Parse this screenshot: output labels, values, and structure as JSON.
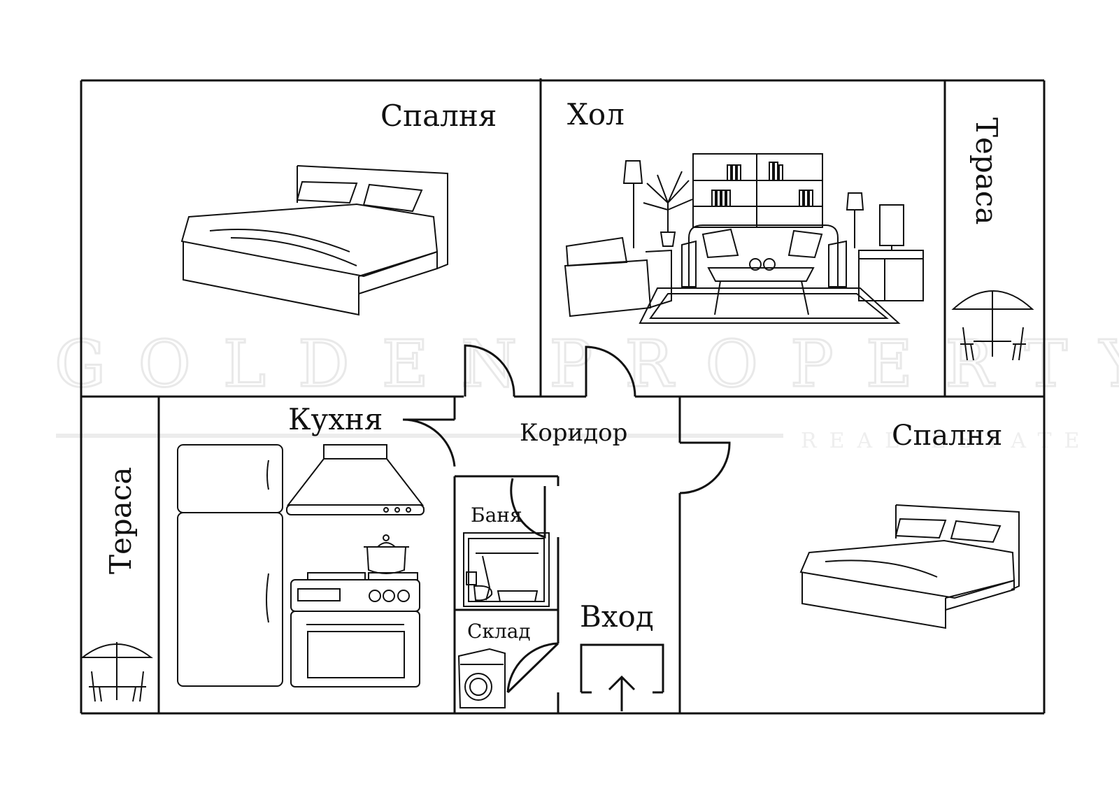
{
  "watermark": {
    "text": "GOLDENPROPERTY",
    "subtext": "REAL ESTATE"
  },
  "rooms": {
    "bedroom_top": "Спалня",
    "living": "Хол",
    "terrace_right": "Тераса",
    "kitchen": "Кухня",
    "corridor": "Коридор",
    "bedroom_bottom": "Спалня",
    "terrace_left": "Тераса",
    "bathroom": "Баня",
    "storage": "Склад",
    "entrance": "Вход"
  },
  "icons": [
    "bed-icon",
    "sofa-set-icon",
    "bookshelf-icon",
    "lamp-icon",
    "plant-icon",
    "tv-icon",
    "patio-umbrella-icon",
    "fridge-icon",
    "range-hood-icon",
    "stove-icon",
    "pot-icon",
    "bathtub-icon",
    "toilet-icon",
    "washing-machine-icon",
    "entrance-arrow-icon"
  ]
}
